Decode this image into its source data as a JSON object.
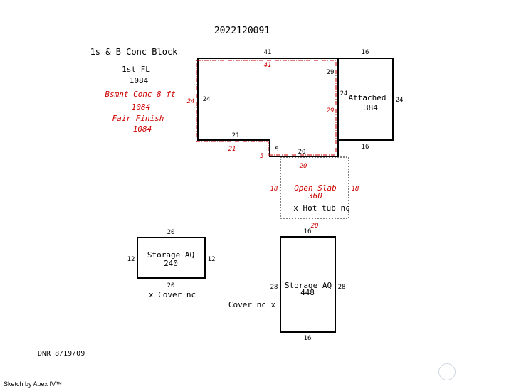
{
  "title": "2022120091",
  "main": {
    "heading": "1s & B Conc Block",
    "floor_label": "1st FL",
    "floor_area": "1084",
    "bsmt_label": "Bsmnt Conc 8 ft",
    "bsmt_area": "1084",
    "finish_label": "Fair Finish",
    "finish_area": "1084",
    "dims": {
      "top": "41",
      "left": "24",
      "right_upper": "29",
      "bottom_left": "21",
      "step": "5",
      "bottom_right": "20"
    },
    "dims_red": {
      "top": "41",
      "left": "24",
      "right": "29",
      "bottom_left": "21",
      "step": "5",
      "bottom_right": "20"
    }
  },
  "garage": {
    "label": "Attached",
    "area": "384",
    "top": "16",
    "bottom": "16",
    "left": "24",
    "right": "24"
  },
  "slab": {
    "label": "Open Slab",
    "area": "360",
    "note": "x Hot tub nc",
    "left": "18",
    "right": "18",
    "bottom": "20"
  },
  "storage_small": {
    "label": "Storage AQ",
    "area": "240",
    "top": "20",
    "bottom": "20",
    "left": "12",
    "right": "12",
    "note": "x Cover nc"
  },
  "storage_large": {
    "label": "Storage AQ",
    "area": "448",
    "top": "16",
    "bottom": "16",
    "left": "28",
    "right": "28",
    "note": "Cover nc x"
  },
  "sign": "DNR 8/19/09",
  "footer": "Sketch by Apex IV™"
}
